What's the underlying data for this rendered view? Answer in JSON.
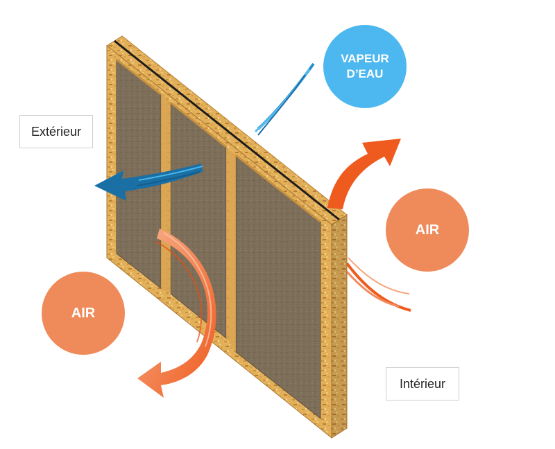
{
  "labels": {
    "exterior": "Extérieur",
    "interior": "Intérieur"
  },
  "bubbles": {
    "vapeur_line1": "VAPEUR",
    "vapeur_line2": "D’EAU",
    "air_right": "AIR",
    "air_left": "AIR"
  },
  "colors": {
    "osb": "#e1ad57",
    "osb_dark": "#b57f33",
    "insulation": "#7a6b57",
    "air_orange": "#ef8b5a",
    "arrow_orange": "#ef5a1e",
    "vapor_blue": "#4db8f0",
    "arrow_blue": "#1a6fa5"
  }
}
